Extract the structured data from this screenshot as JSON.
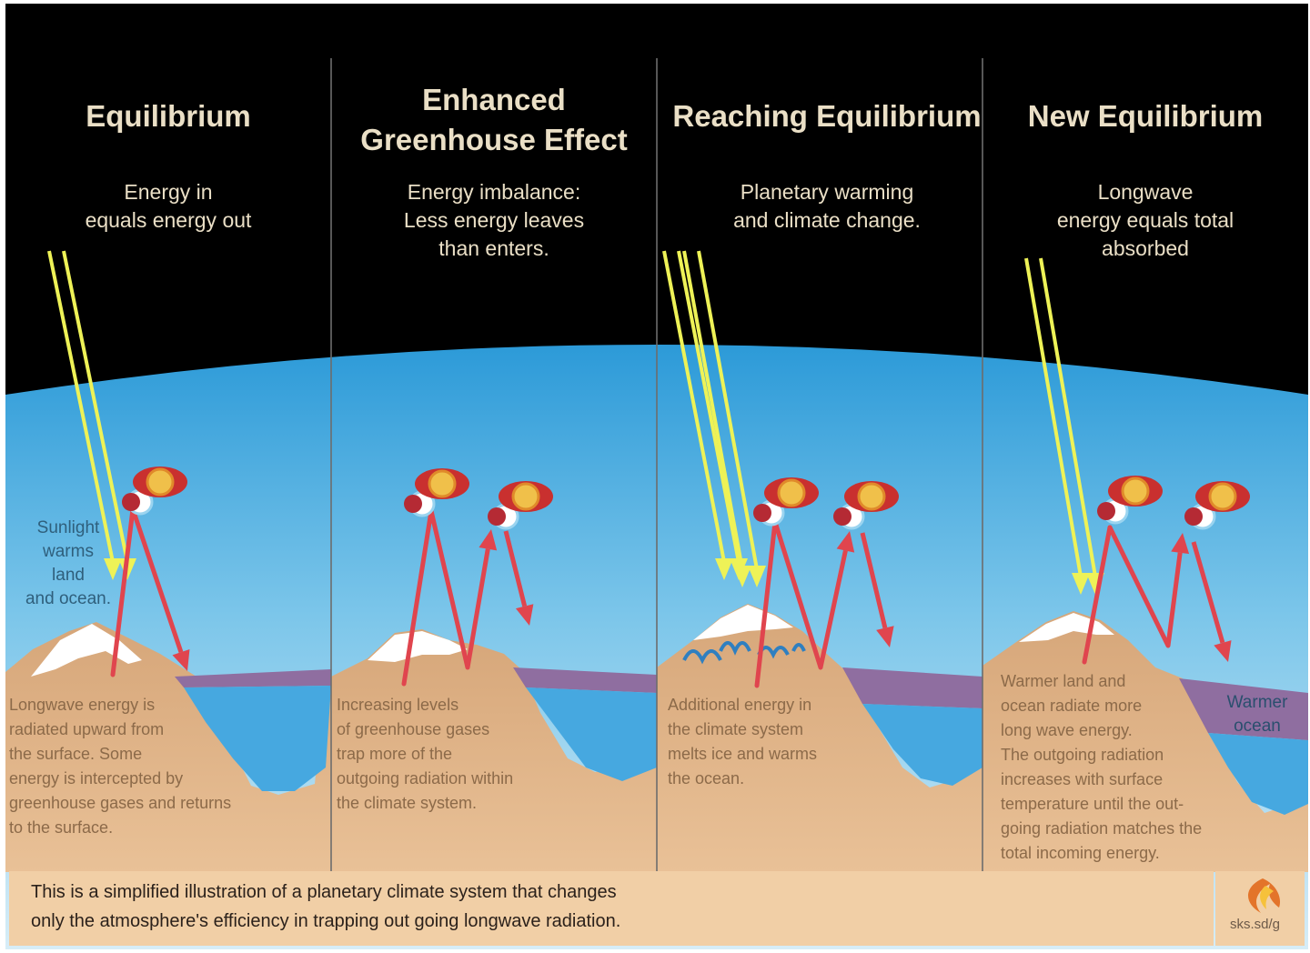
{
  "panels": [
    {
      "title_lines": [
        "Equilibrium"
      ],
      "subtitle_lines": [
        "Energy in",
        "equals energy out"
      ],
      "note_lines": [
        "Longwave energy is",
        "radiated upward from",
        "the surface. Some",
        "energy is intercepted by",
        "greenhouse gases and returns",
        "to the surface."
      ]
    },
    {
      "title_lines": [
        "Enhanced",
        "Greenhouse Effect"
      ],
      "subtitle_lines": [
        "Energy imbalance:",
        "Less energy leaves",
        "than enters."
      ],
      "note_lines": [
        "Increasing levels",
        "of greenhouse gases",
        "trap more of the",
        "outgoing radiation within",
        "the climate system."
      ]
    },
    {
      "title_lines": [
        "Reaching Equilibrium"
      ],
      "subtitle_lines": [
        "Planetary warming",
        "and climate change."
      ],
      "note_lines": [
        "Additional energy in",
        "the climate system",
        "melts ice and warms",
        "the ocean."
      ]
    },
    {
      "title_lines": [
        "New Equilibrium"
      ],
      "subtitle_lines": [
        "Longwave",
        "energy equals total",
        "absorbed"
      ],
      "note_lines": [
        "Warmer land and",
        "ocean radiate more",
        "long wave energy.",
        "The outgoing radiation",
        "increases with surface",
        "temperature until the out-",
        "going radiation matches the",
        "total incoming energy."
      ]
    }
  ],
  "sunlight_label_lines": [
    "Sunlight",
    "warms",
    "land",
    "and ocean."
  ],
  "warmer_ocean_lines": [
    "Warmer",
    "ocean"
  ],
  "footer_lines": [
    "This is a simplified illustration of a planetary climate system that changes",
    "only the atmosphere's efficiency in trapping out going longwave radiation."
  ],
  "logo_text": "sks.sd/g",
  "colors": {
    "space": "#000000",
    "sky_top": "#3aa9e0",
    "sky_bottom": "#cfe9f6",
    "ground": "#d9ac80",
    "ground_light": "#efc89e",
    "snow": "#ffffff",
    "ocean": "#46a8e0",
    "ocean_layer": "#8f6ea0",
    "sunlight": "#eef257",
    "longwave": "#e0454e",
    "title_text": "#eadfc6",
    "note_text": "#8c6a49"
  }
}
